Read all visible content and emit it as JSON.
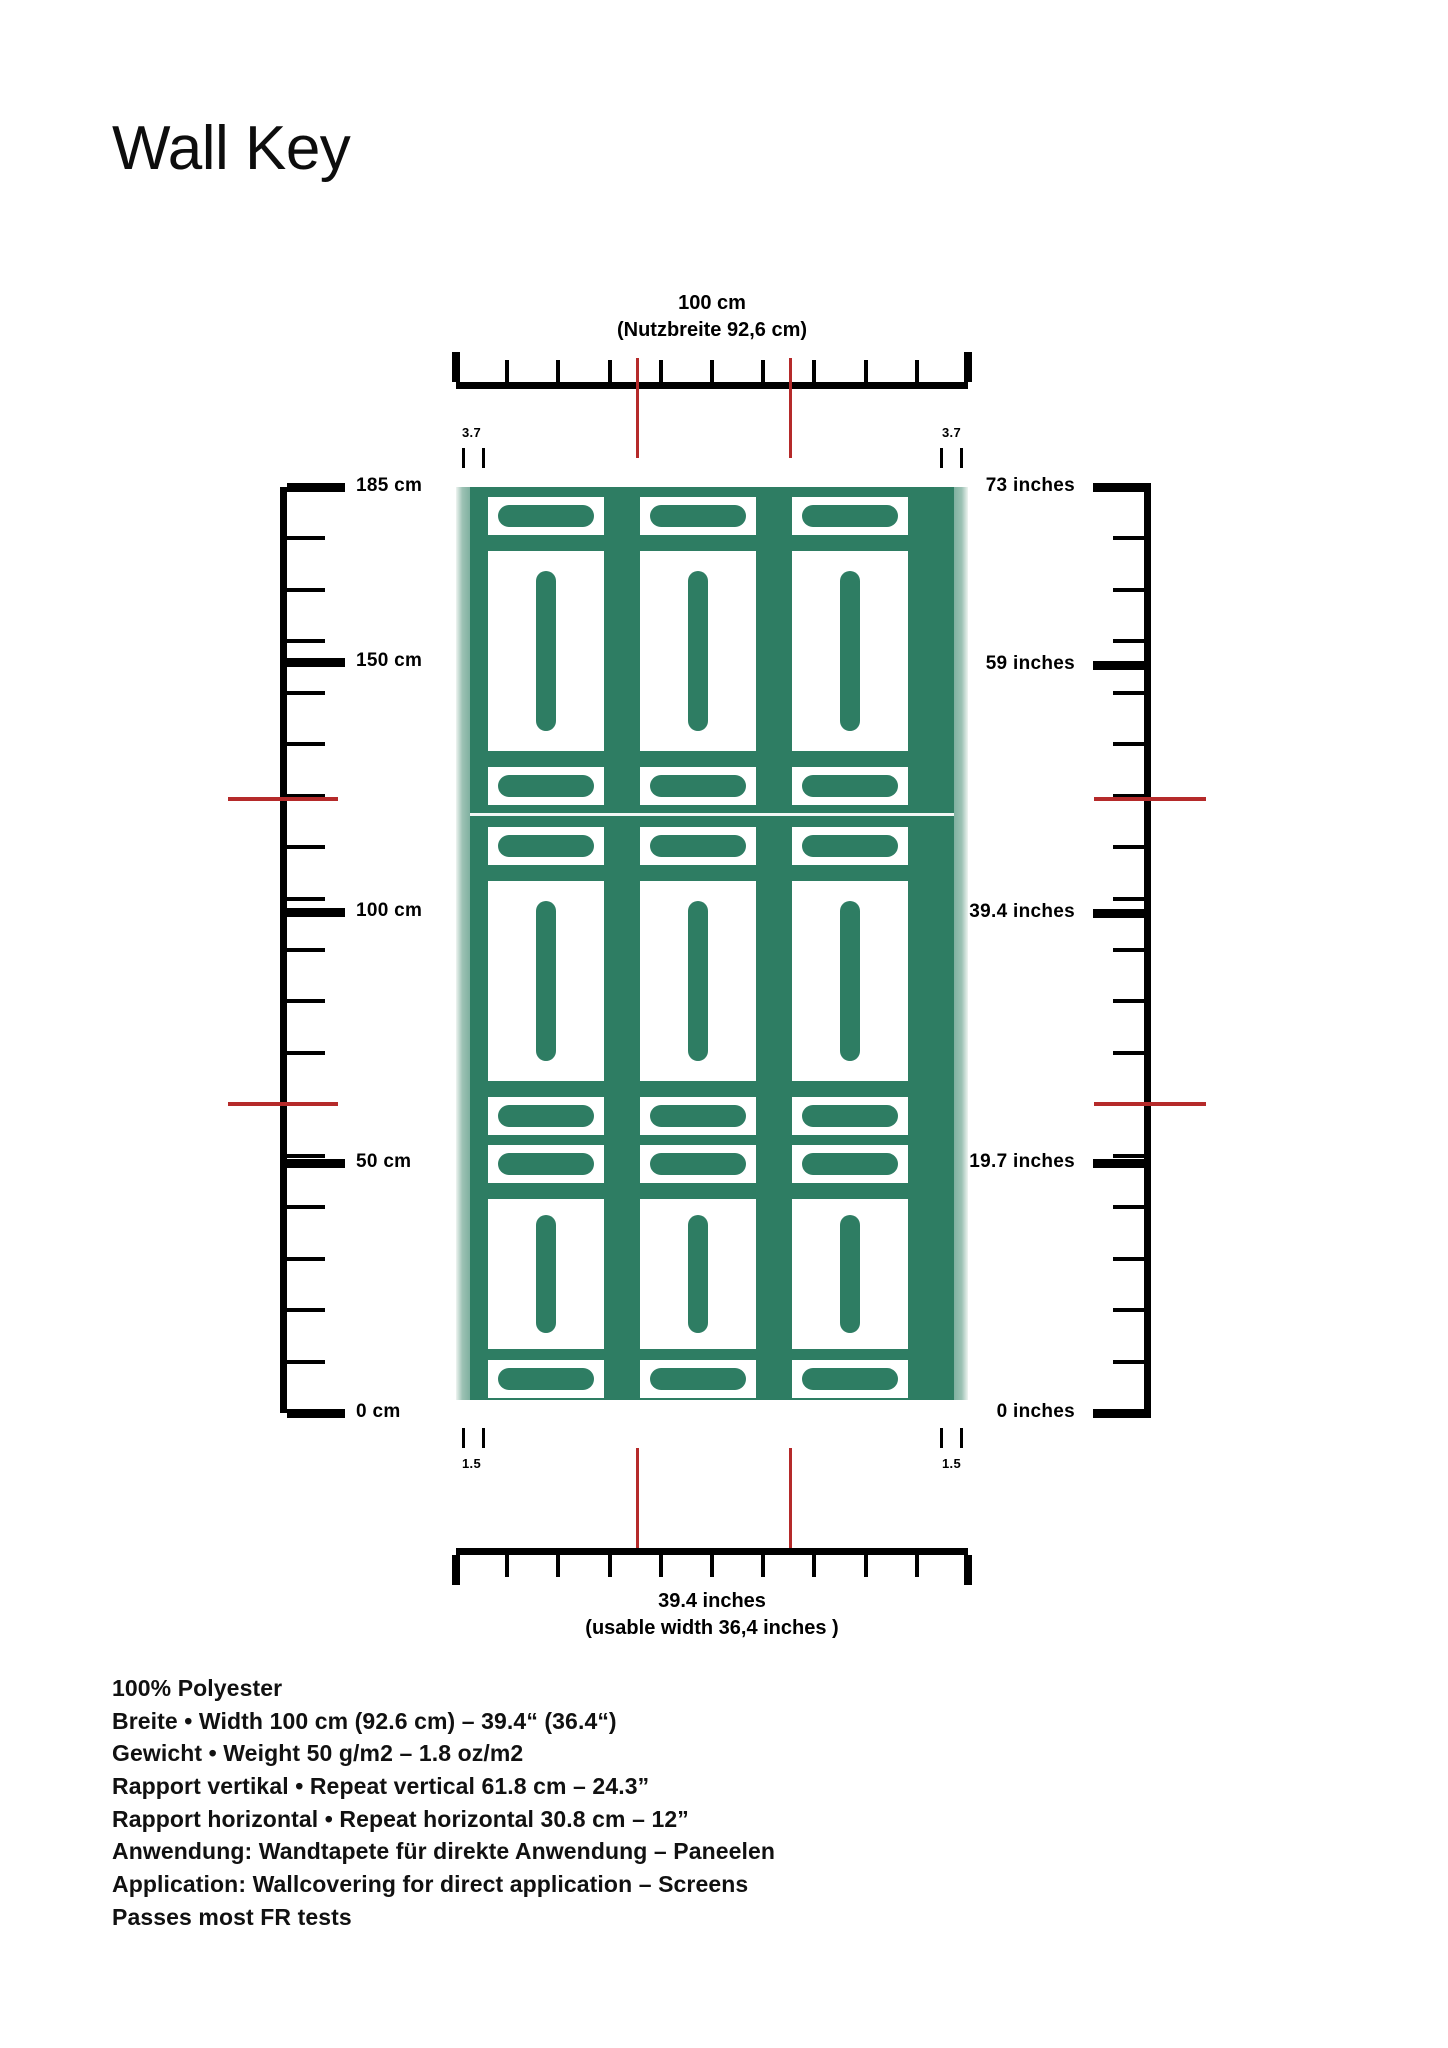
{
  "page": {
    "title": "Wall Key",
    "accent_green": "#2e7d63",
    "accent_red": "#b52a2a",
    "background": "#ffffff"
  },
  "top_ruler": {
    "caption_line1": "100 cm",
    "caption_line2": "(Nutzbreite 92,6 cm)",
    "edge_left_label": "3.7",
    "edge_right_label": "3.7",
    "unit": "cm",
    "total": 100,
    "usable": 92.6
  },
  "bottom_ruler": {
    "caption_line1": "39.4 inches",
    "caption_line2": "(usable width 36,4 inches )",
    "edge_left_label": "1.5",
    "edge_right_label": "1.5",
    "unit": "inches",
    "total": 39.4,
    "usable": 36.4
  },
  "left_scale": {
    "unit": "cm",
    "labels": [
      {
        "text": "185 cm",
        "value": 185
      },
      {
        "text": "150 cm",
        "value": 150
      },
      {
        "text": "100 cm",
        "value": 100
      },
      {
        "text": "50 cm",
        "value": 50
      },
      {
        "text": "0 cm",
        "value": 0
      }
    ]
  },
  "right_scale": {
    "unit": "inches",
    "labels": [
      {
        "text": "73 inches",
        "value": 73
      },
      {
        "text": "59 inches",
        "value": 59
      },
      {
        "text": "39.4 inches",
        "value": 39.4
      },
      {
        "text": "19.7 inches",
        "value": 19.7
      },
      {
        "text": "0 inches",
        "value": 0
      }
    ]
  },
  "specs": {
    "lines": [
      "100% Polyester",
      "Breite • Width 100 cm (92.6 cm) – 39.4“ (36.4“)",
      "Gewicht • Weight 50 g/m2 – 1.8 oz/m2",
      "Rapport vertikal • Repeat vertical 61.8 cm – 24.3”",
      "Rapport horizontal • Repeat horizontal 30.8 cm – 12”",
      "Anwendung: Wandtapete für direkte Anwendung – Paneelen",
      "Application: Wallcovering for direct application – Screens",
      "Passes most FR tests"
    ]
  }
}
